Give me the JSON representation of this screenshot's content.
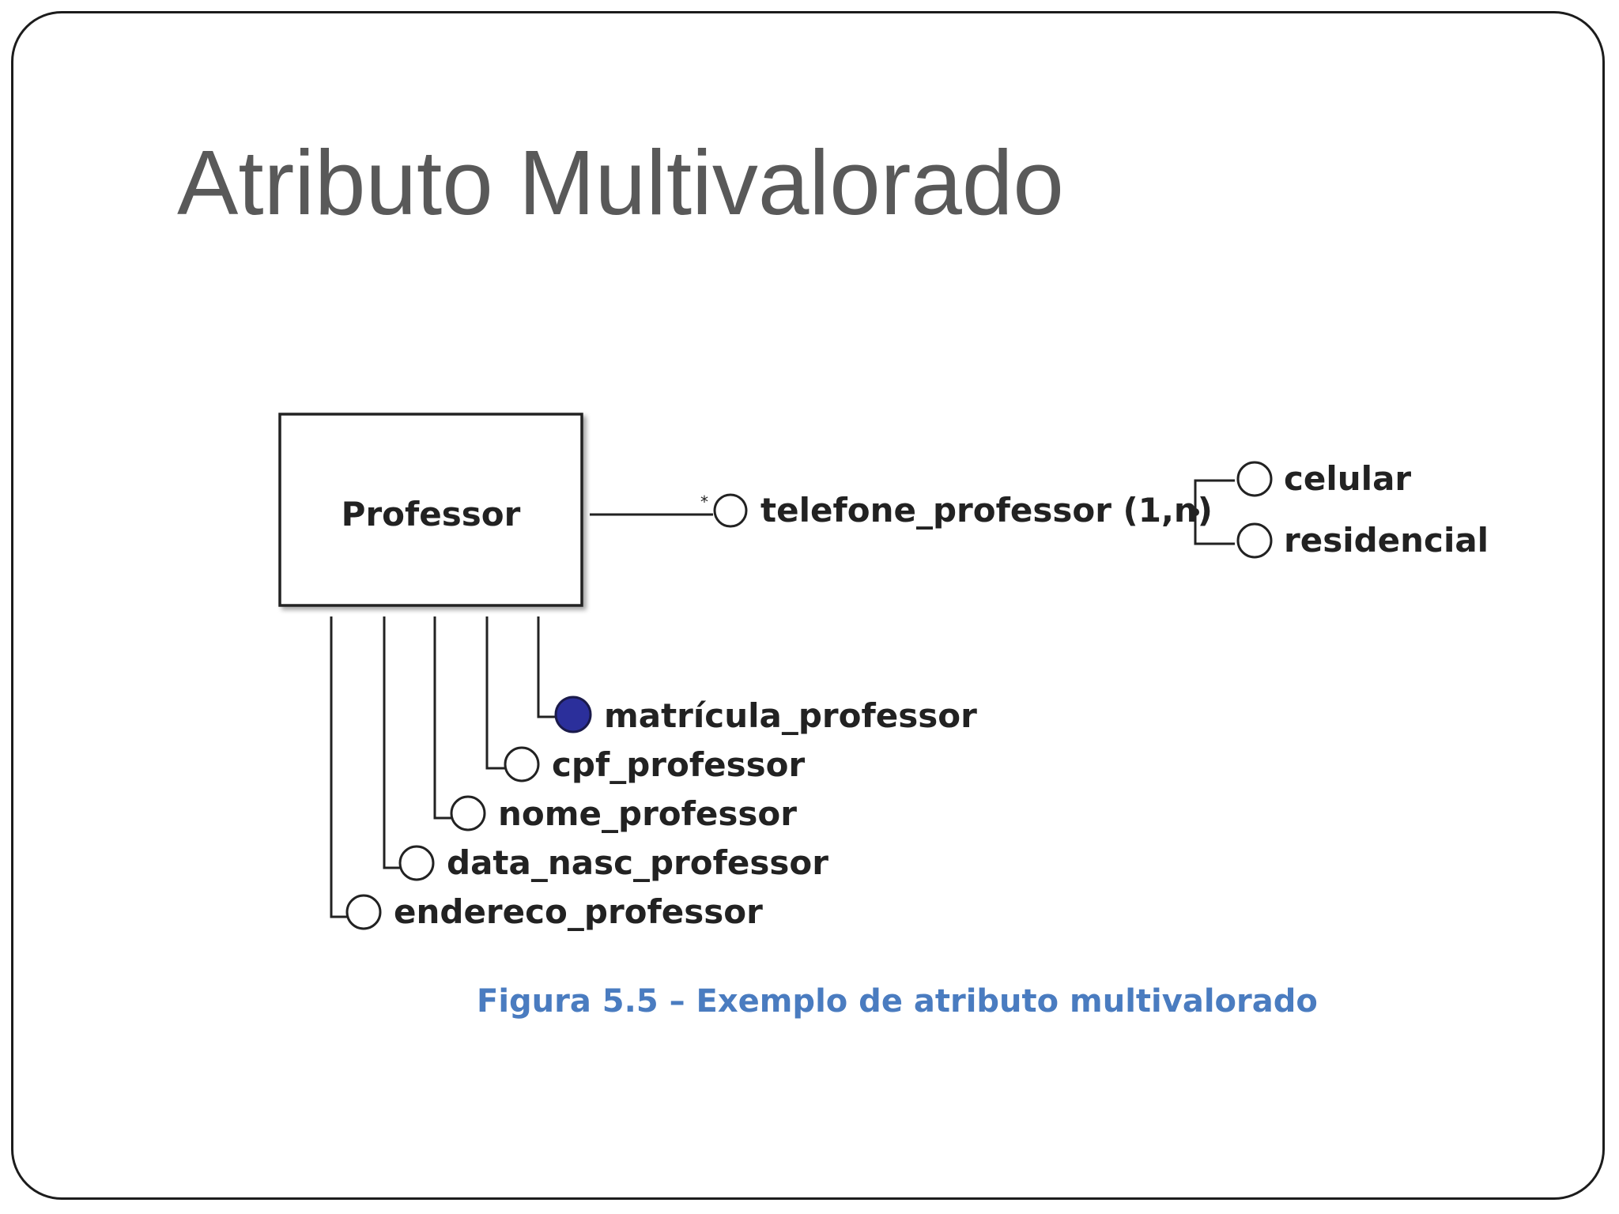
{
  "slide": {
    "title": "Atributo Multivalorado"
  },
  "diagram": {
    "entity": {
      "label": "Professor"
    },
    "attributes": [
      {
        "label": "matrícula_professor",
        "identifier": true
      },
      {
        "label": "cpf_professor",
        "identifier": false
      },
      {
        "label": "nome_professor",
        "identifier": false
      },
      {
        "label": "data_nasc_professor",
        "identifier": false
      },
      {
        "label": "endereco_professor",
        "identifier": false
      }
    ],
    "multivalued_attribute": {
      "label": "telefone_professor (1,n)",
      "components": [
        "celular",
        "residencial"
      ]
    },
    "caption": "Figura 5.5 – Exemplo de atributo multivalorado"
  },
  "colors": {
    "title": "#595959",
    "caption": "#4a7cc0",
    "identifier_fill": "#2b2f9b",
    "line": "#222222"
  }
}
